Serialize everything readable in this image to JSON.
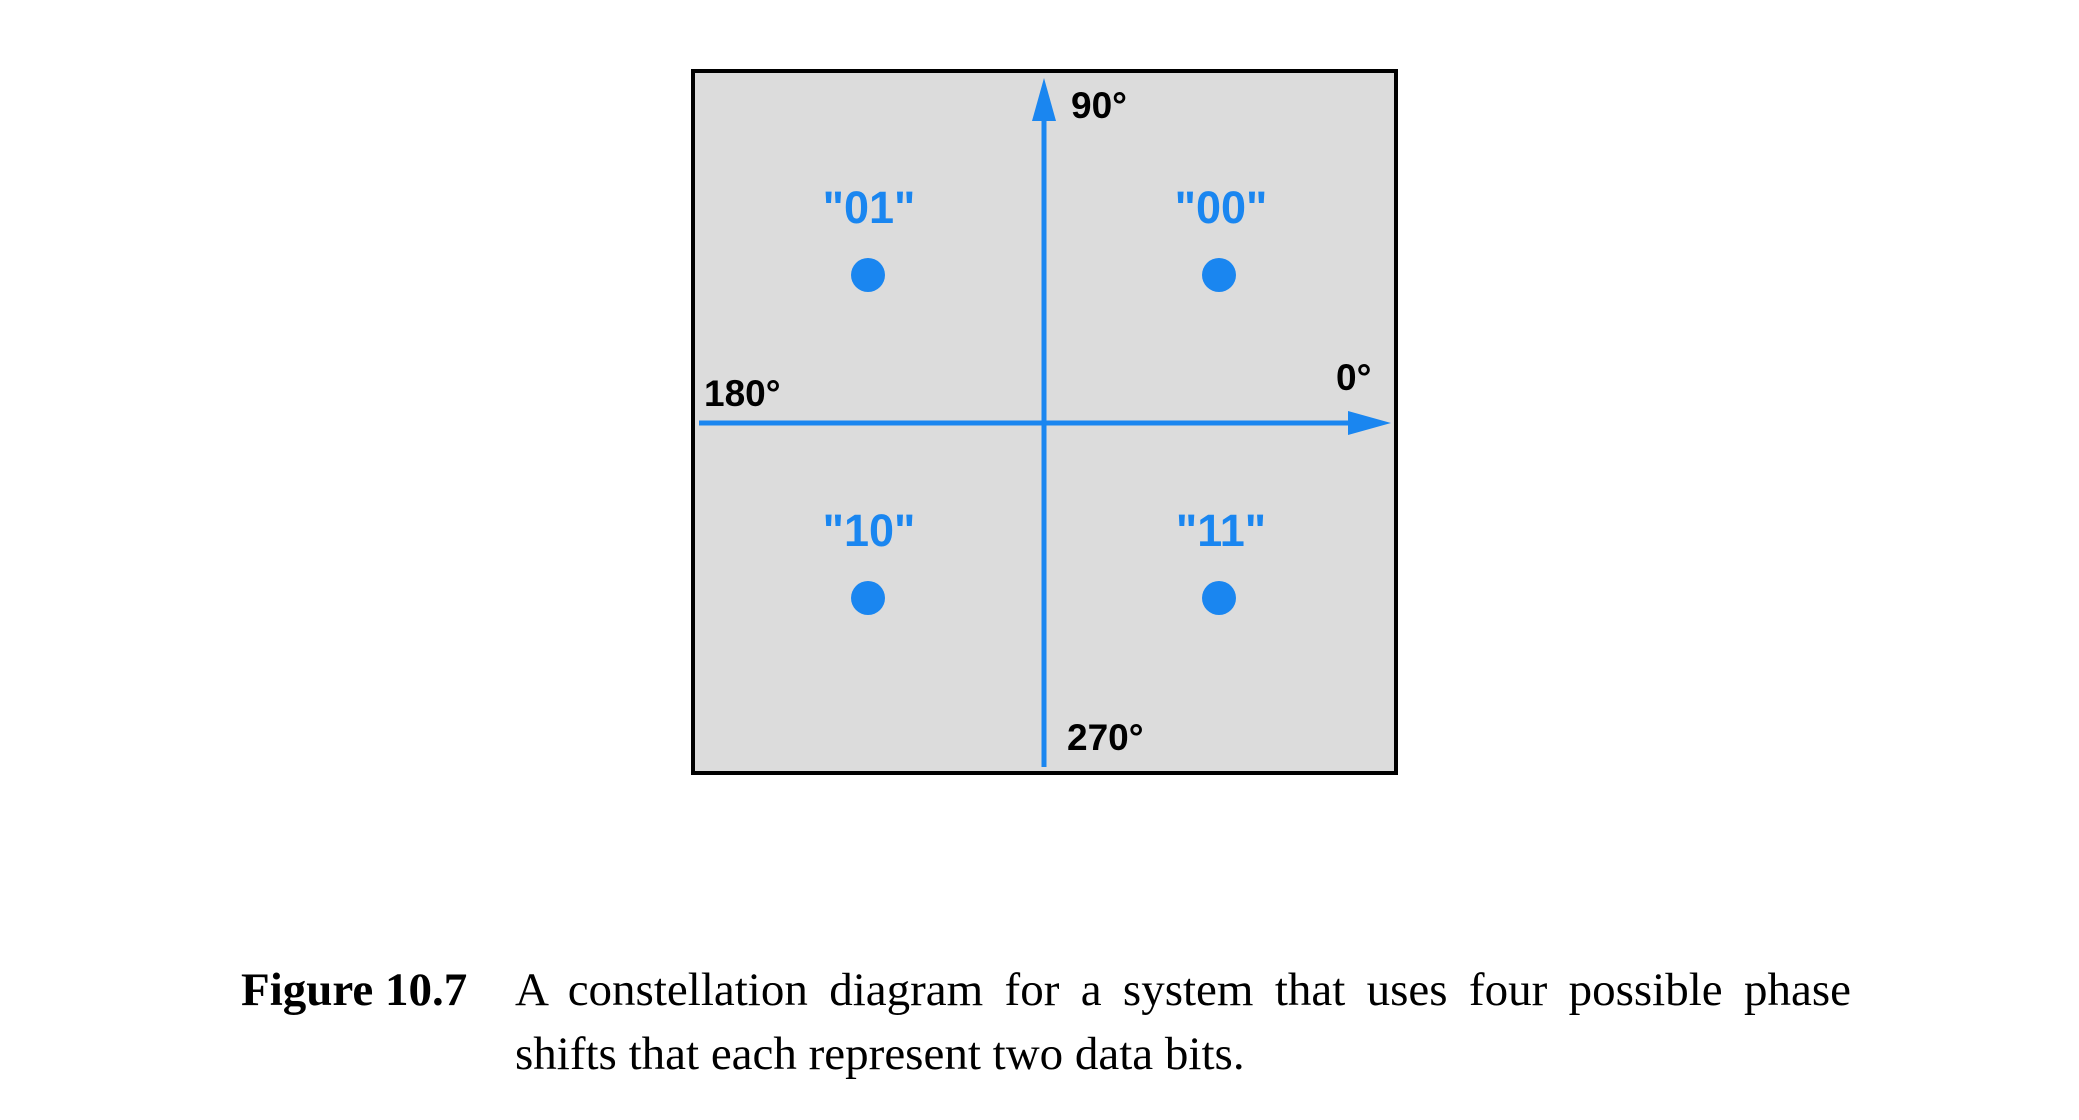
{
  "diagram": {
    "axis_labels": {
      "deg_90": "90°",
      "deg_0": "0°",
      "deg_180": "180°",
      "deg_270": "270°"
    },
    "points": [
      {
        "label": "\"01\"",
        "quadrant": "upper-left"
      },
      {
        "label": "\"00\"",
        "quadrant": "upper-right"
      },
      {
        "label": "\"10\"",
        "quadrant": "lower-left"
      },
      {
        "label": "\"11\"",
        "quadrant": "lower-right"
      }
    ],
    "colors": {
      "accent": "#1a86f0",
      "panel": "#dcdcdc",
      "border": "#000000",
      "axis_text": "#000000"
    }
  },
  "caption": {
    "number": "Figure 10.7",
    "text": "A constellation diagram for a system that uses four possible phase shifts that each represent two data bits."
  }
}
